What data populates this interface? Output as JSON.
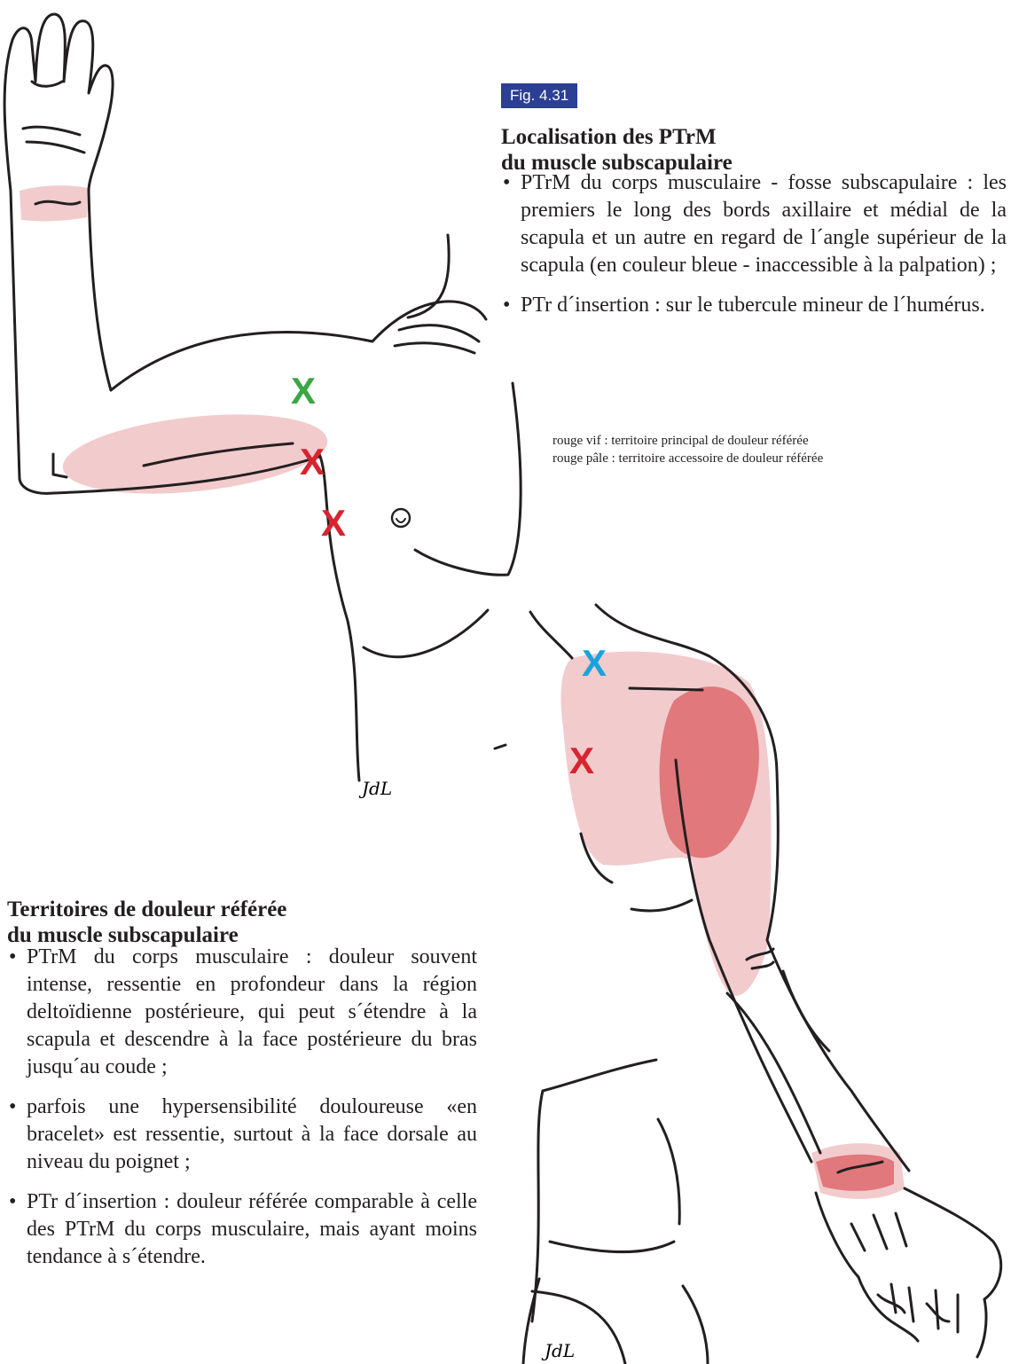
{
  "figure_label": "Fig. 4.31",
  "localisation": {
    "title_lines": [
      "Localisation des PTrM",
      "du muscle subscapulaire"
    ],
    "bullets": [
      "PTrM du corps musculaire - fosse subscapulaire : les premiers le long des bords axillaire et médial de la scapula et un autre en regard de l´angle supérieur de la scapula (en couleur bleue - inaccessible à la palpation) ;",
      "PTr d´insertion : sur le tubercule mineur de l´humérus."
    ]
  },
  "legend": [
    "rouge vif : territoire principal de douleur référée",
    "rouge pâle : territoire accessoire de douleur référée"
  ],
  "territoires": {
    "title_lines": [
      "Territoires de douleur référée",
      "du muscle subscapulaire"
    ],
    "bullets": [
      "PTrM du corps musculaire : douleur souvent intense, ressentie en profondeur dans la région deltoïdienne postérieure, qui peut s´étendre à la scapula et descendre à la face postérieure du bras jusqu´au coude ;",
      "parfois une hypersensibilité douloureuse «en bracelet» est ressentie, surtout à la face dorsale au niveau du poignet ;",
      "PTr d´insertion : douleur référée comparable à celle des PTrM du corps musculaire, mais ayant moins tendance à s´étendre."
    ]
  },
  "markers": {
    "cross_glyph": "X",
    "colors": {
      "insertion": "#3aa645",
      "body": "#d7242f",
      "angle": "#1aa3dc",
      "pale_zone": "#f2cbcd",
      "main_zone": "#e0787c",
      "badge": "#2b3f95"
    }
  },
  "signatures": [
    "JdL",
    "JdL"
  ]
}
